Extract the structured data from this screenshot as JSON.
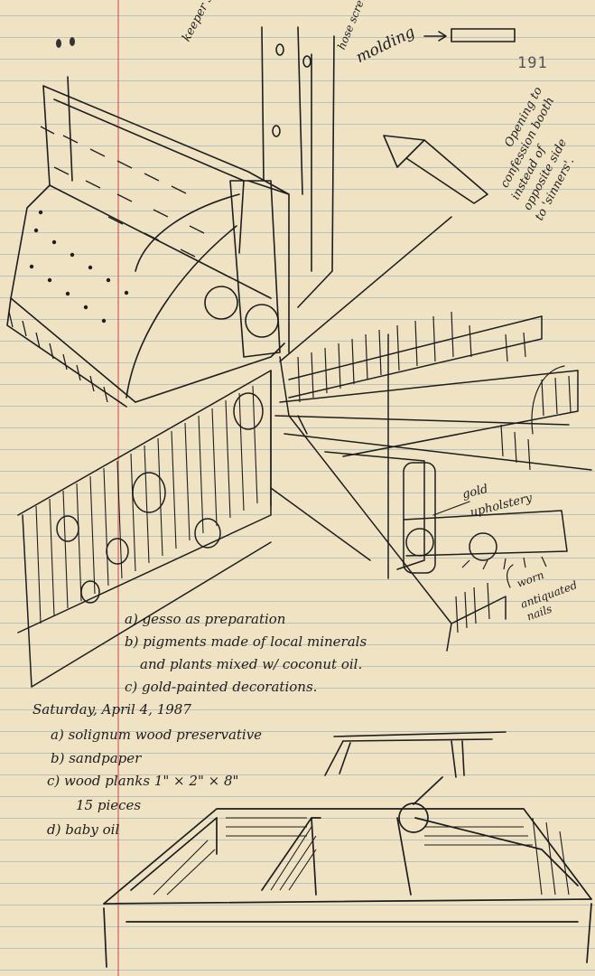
{
  "page": {
    "number": "191",
    "colors": {
      "paper": "#efe3c4",
      "rule_line": "#7896aa",
      "margin_line": "#c8505a",
      "ink": "#1e1e1e"
    }
  },
  "sketch_labels": {
    "keeper_screw": "keeper screw",
    "hose_screws": "hose screws",
    "molding": "molding",
    "opening_note": [
      "Opening to",
      "confession booth",
      "instead of",
      "opposite side",
      "to 'sinners'."
    ],
    "gold_upholstery": [
      "gold",
      "upholstery"
    ],
    "worn_nails": [
      "worn",
      "antiquated",
      "nails"
    ]
  },
  "notes": {
    "items": [
      "a) gesso as preparation",
      "b) pigments made of local minerals",
      "and plants mixed w/ coconut oil.",
      "c) gold-painted decorations."
    ]
  },
  "list": {
    "date": "Saturday, April 4, 1987",
    "items": [
      "a) solignum wood preservative",
      "b) sandpaper",
      "c) wood planks 1\" × 2\" × 8\"",
      "15 pieces",
      "d) baby oil"
    ]
  }
}
